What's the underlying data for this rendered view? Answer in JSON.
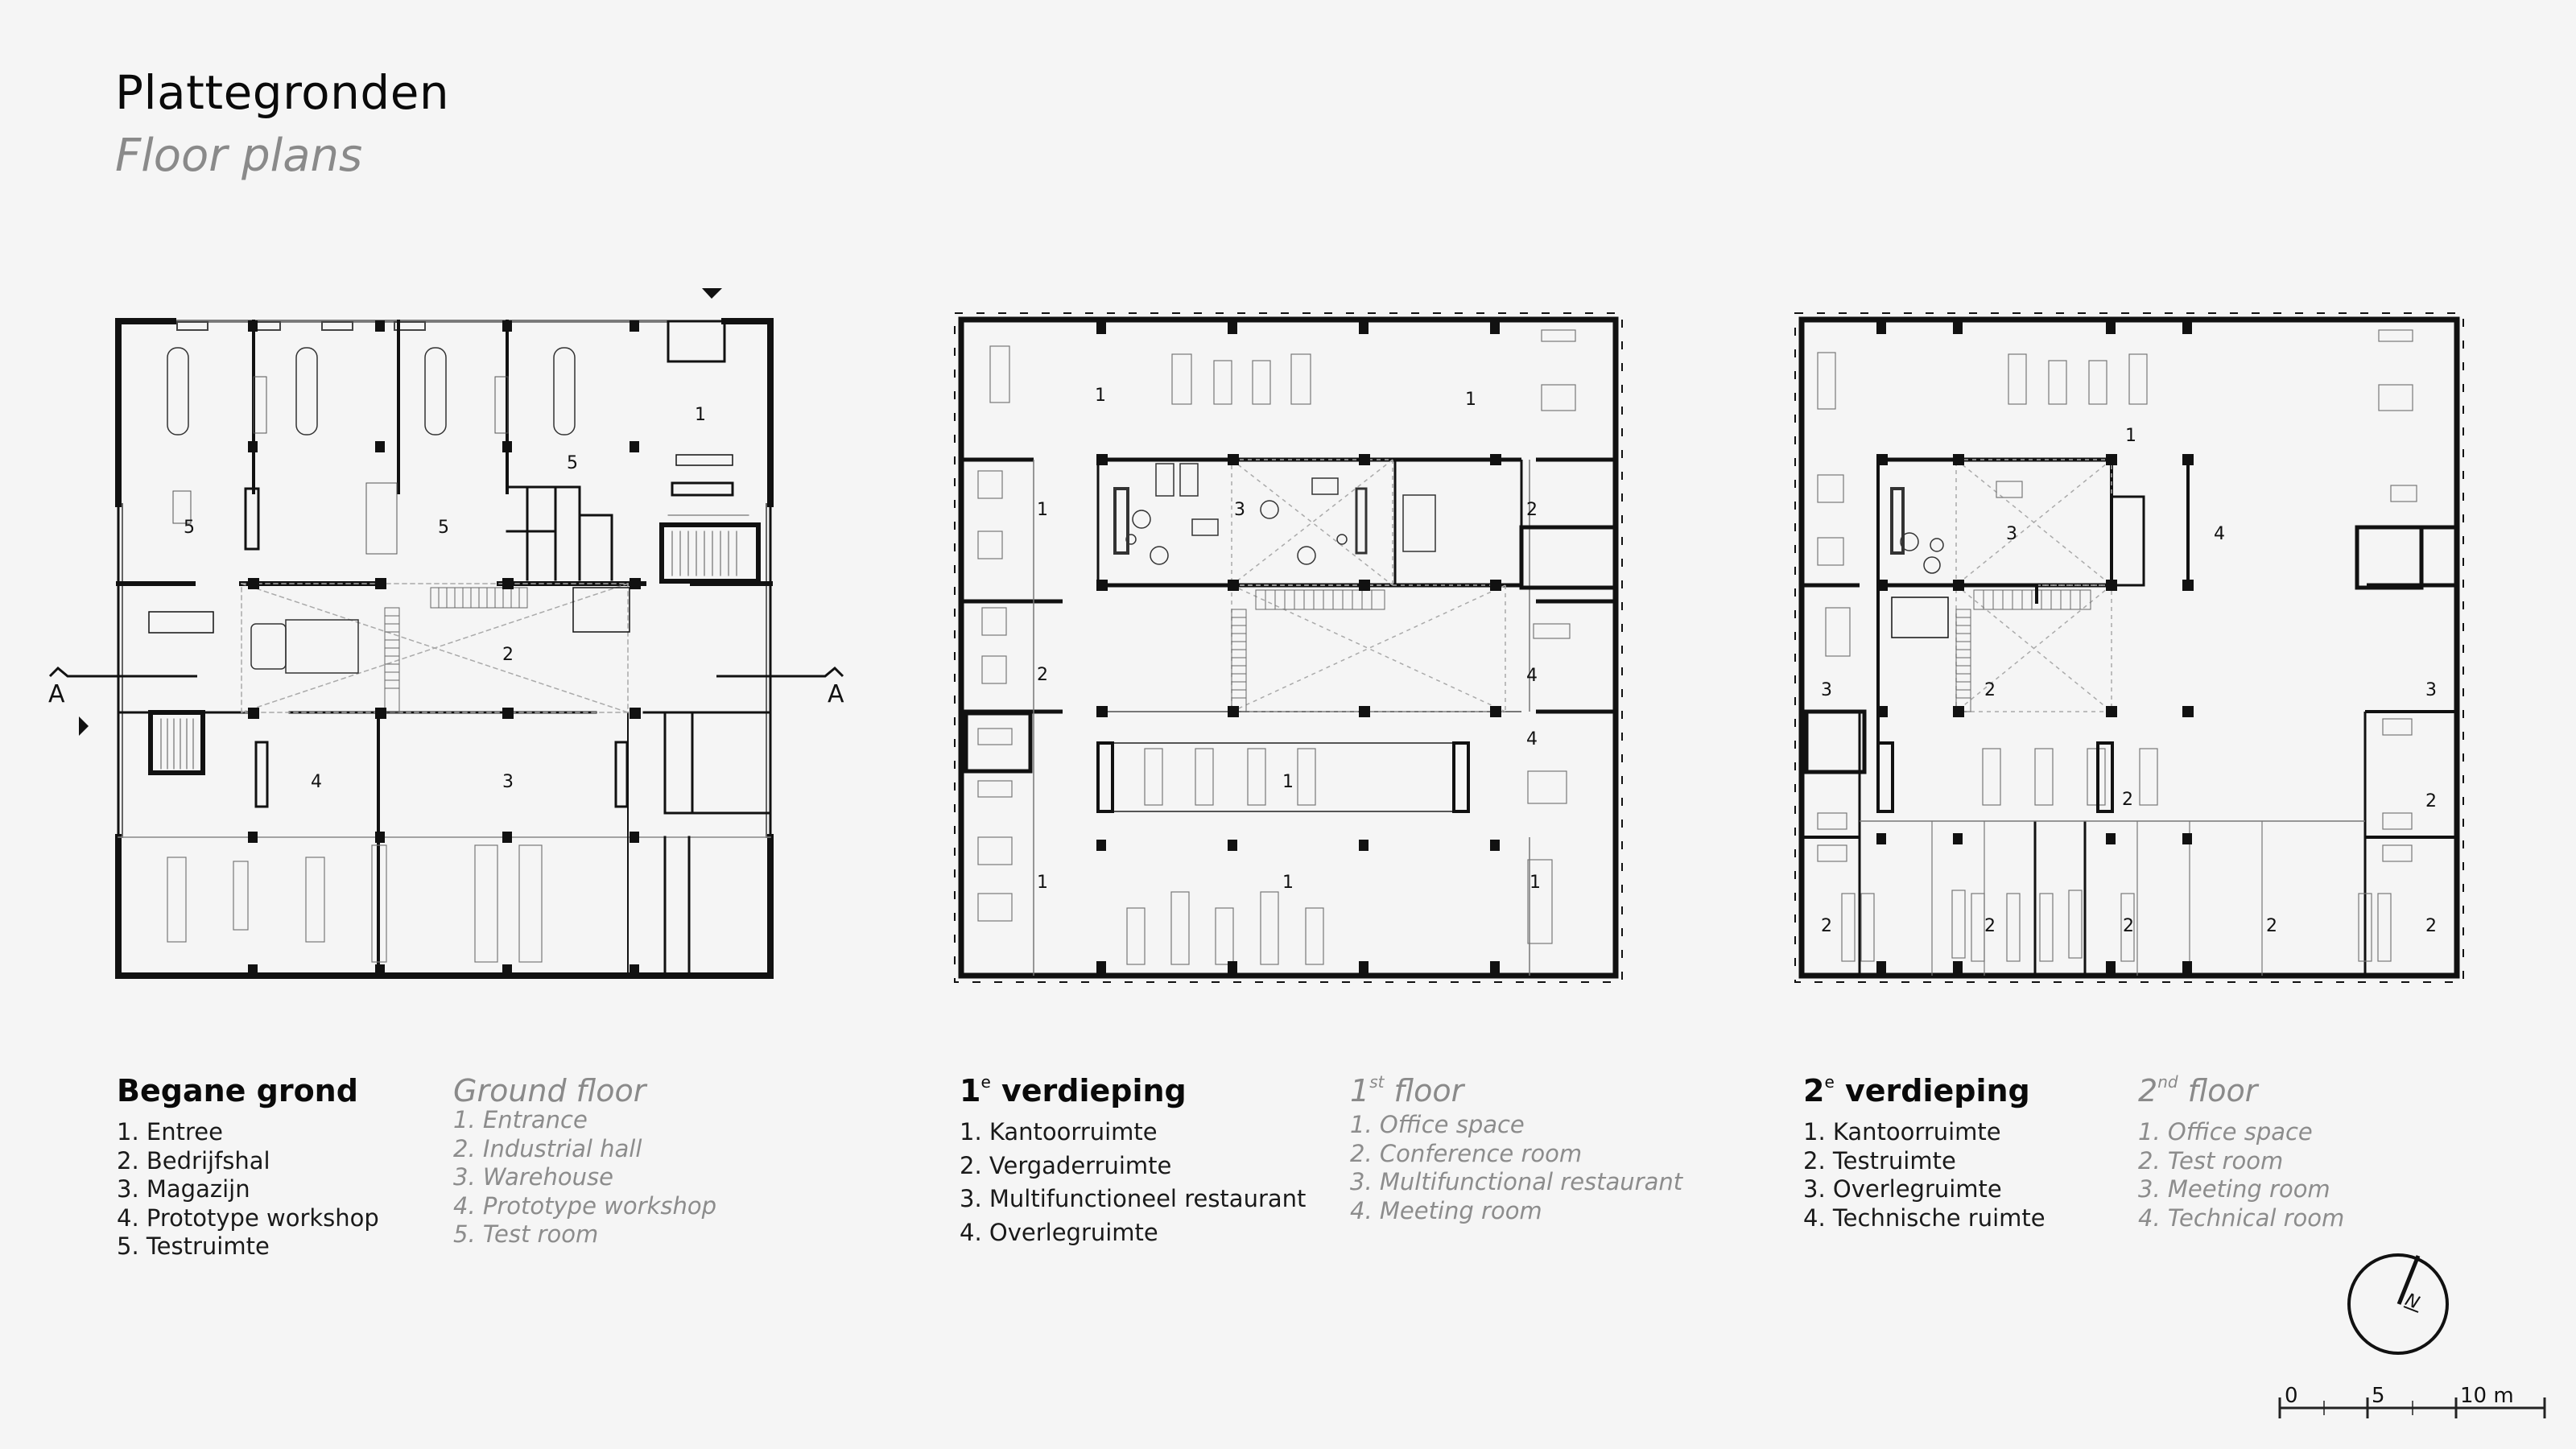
{
  "header": {
    "title": "Plattegronden",
    "subtitle": "Floor plans"
  },
  "floors": [
    {
      "id": "ground",
      "heading_nl": "Begane grond",
      "heading_en": "Ground floor",
      "items_nl": [
        "1. Entree",
        "2. Bedrijfshal",
        "3. Magazijn",
        "4. Prototype workshop",
        "5. Testruimte"
      ],
      "items_en": [
        "1. Entrance",
        "2. Industrial hall",
        "3. Warehouse",
        "4. Prototype workshop",
        "5. Test room"
      ],
      "room_labels": [
        "1",
        "2",
        "3",
        "4",
        "5",
        "5",
        "5"
      ],
      "section_marker": "A"
    },
    {
      "id": "first",
      "heading_nl_num": "1",
      "heading_nl_sup": "e",
      "heading_nl_text": " verdieping",
      "heading_en_num": "1",
      "heading_en_sup": "st",
      "heading_en_text": " floor",
      "items_nl": [
        "1. Kantoorruimte",
        "2. Vergaderruimte",
        "3. Multifunctioneel restaurant",
        "4. Overlegruimte"
      ],
      "items_en": [
        "1. Office space",
        "2. Conference room",
        "3. Multifunctional restaurant",
        "4. Meeting room"
      ],
      "room_labels": [
        "1",
        "1",
        "1",
        "2",
        "3",
        "2",
        "4",
        "4",
        "1",
        "1",
        "1",
        "1"
      ]
    },
    {
      "id": "second",
      "heading_nl_num": "2",
      "heading_nl_sup": "e",
      "heading_nl_text": " verdieping",
      "heading_en_num": "2",
      "heading_en_sup": "nd",
      "heading_en_text": " floor",
      "items_nl": [
        "1. Kantoorruimte",
        "2. Testruimte",
        "3. Overlegruimte",
        "4. Technische ruimte"
      ],
      "items_en": [
        "1. Office space",
        "2. Test room",
        "3. Meeting room",
        "4. Technical room"
      ],
      "room_labels": [
        "1",
        "3",
        "4",
        "3",
        "2",
        "3",
        "2",
        "2",
        "2",
        "2",
        "2",
        "2",
        "2"
      ]
    }
  ],
  "north_arrow": {
    "label": "N"
  },
  "scale_bar": {
    "labels": [
      "0",
      "5",
      "10 m"
    ]
  }
}
